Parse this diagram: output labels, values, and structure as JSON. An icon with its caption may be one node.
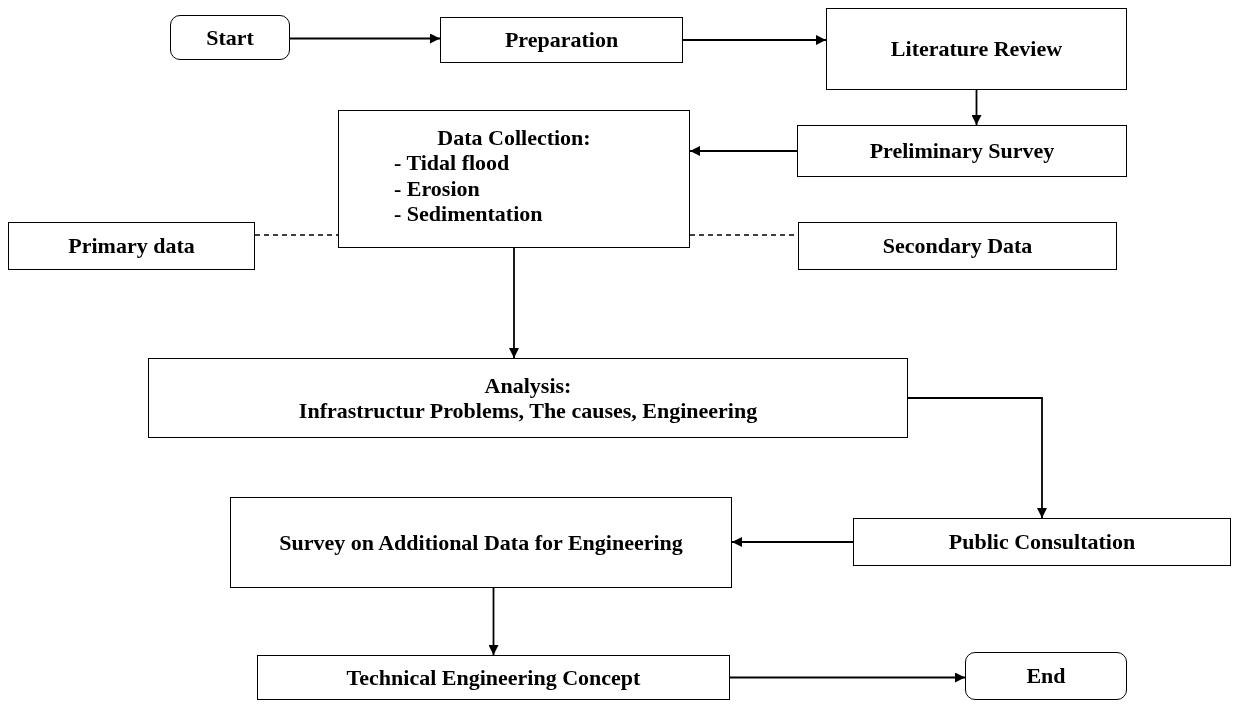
{
  "diagram": {
    "nodes": [
      {
        "text": [
          "Start"
        ]
      },
      {
        "text": [
          "Preparation"
        ]
      },
      {
        "text": [
          "Literature Review"
        ]
      },
      {
        "text": [
          "Preliminary Survey"
        ]
      },
      {
        "text": [
          "Data Collection:",
          "- Tidal flood",
          "- Erosion",
          "- Sedimentation"
        ]
      },
      {
        "text": [
          "Primary data"
        ]
      },
      {
        "text": [
          "Secondary Data"
        ]
      },
      {
        "text": [
          "Analysis:",
          "Infrastructur Problems, The causes, Engineering"
        ]
      },
      {
        "text": [
          "Public Consultation"
        ]
      },
      {
        "text": [
          "Survey on Additional Data for Engineering"
        ]
      },
      {
        "text": [
          "Technical Engineering Concept"
        ]
      },
      {
        "text": [
          "End"
        ]
      }
    ],
    "edges": [
      {
        "from": 0,
        "to": 1,
        "arrow": "to"
      },
      {
        "from": 1,
        "to": 2,
        "arrow": "to"
      },
      {
        "from": 2,
        "to": 3,
        "arrow": "to"
      },
      {
        "from": 3,
        "to": 4,
        "arrow": "to"
      },
      {
        "from": 5,
        "to": 4,
        "arrow": "none",
        "style": "dashed"
      },
      {
        "from": 4,
        "to": 6,
        "arrow": "none",
        "style": "dashed"
      },
      {
        "from": 4,
        "to": 7,
        "arrow": "to"
      },
      {
        "from": 7,
        "to": 8,
        "arrow": "to"
      },
      {
        "from": 8,
        "to": 9,
        "arrow": "to"
      },
      {
        "from": 9,
        "to": 10,
        "arrow": "to"
      },
      {
        "from": 10,
        "to": 11,
        "arrow": "to"
      }
    ]
  }
}
